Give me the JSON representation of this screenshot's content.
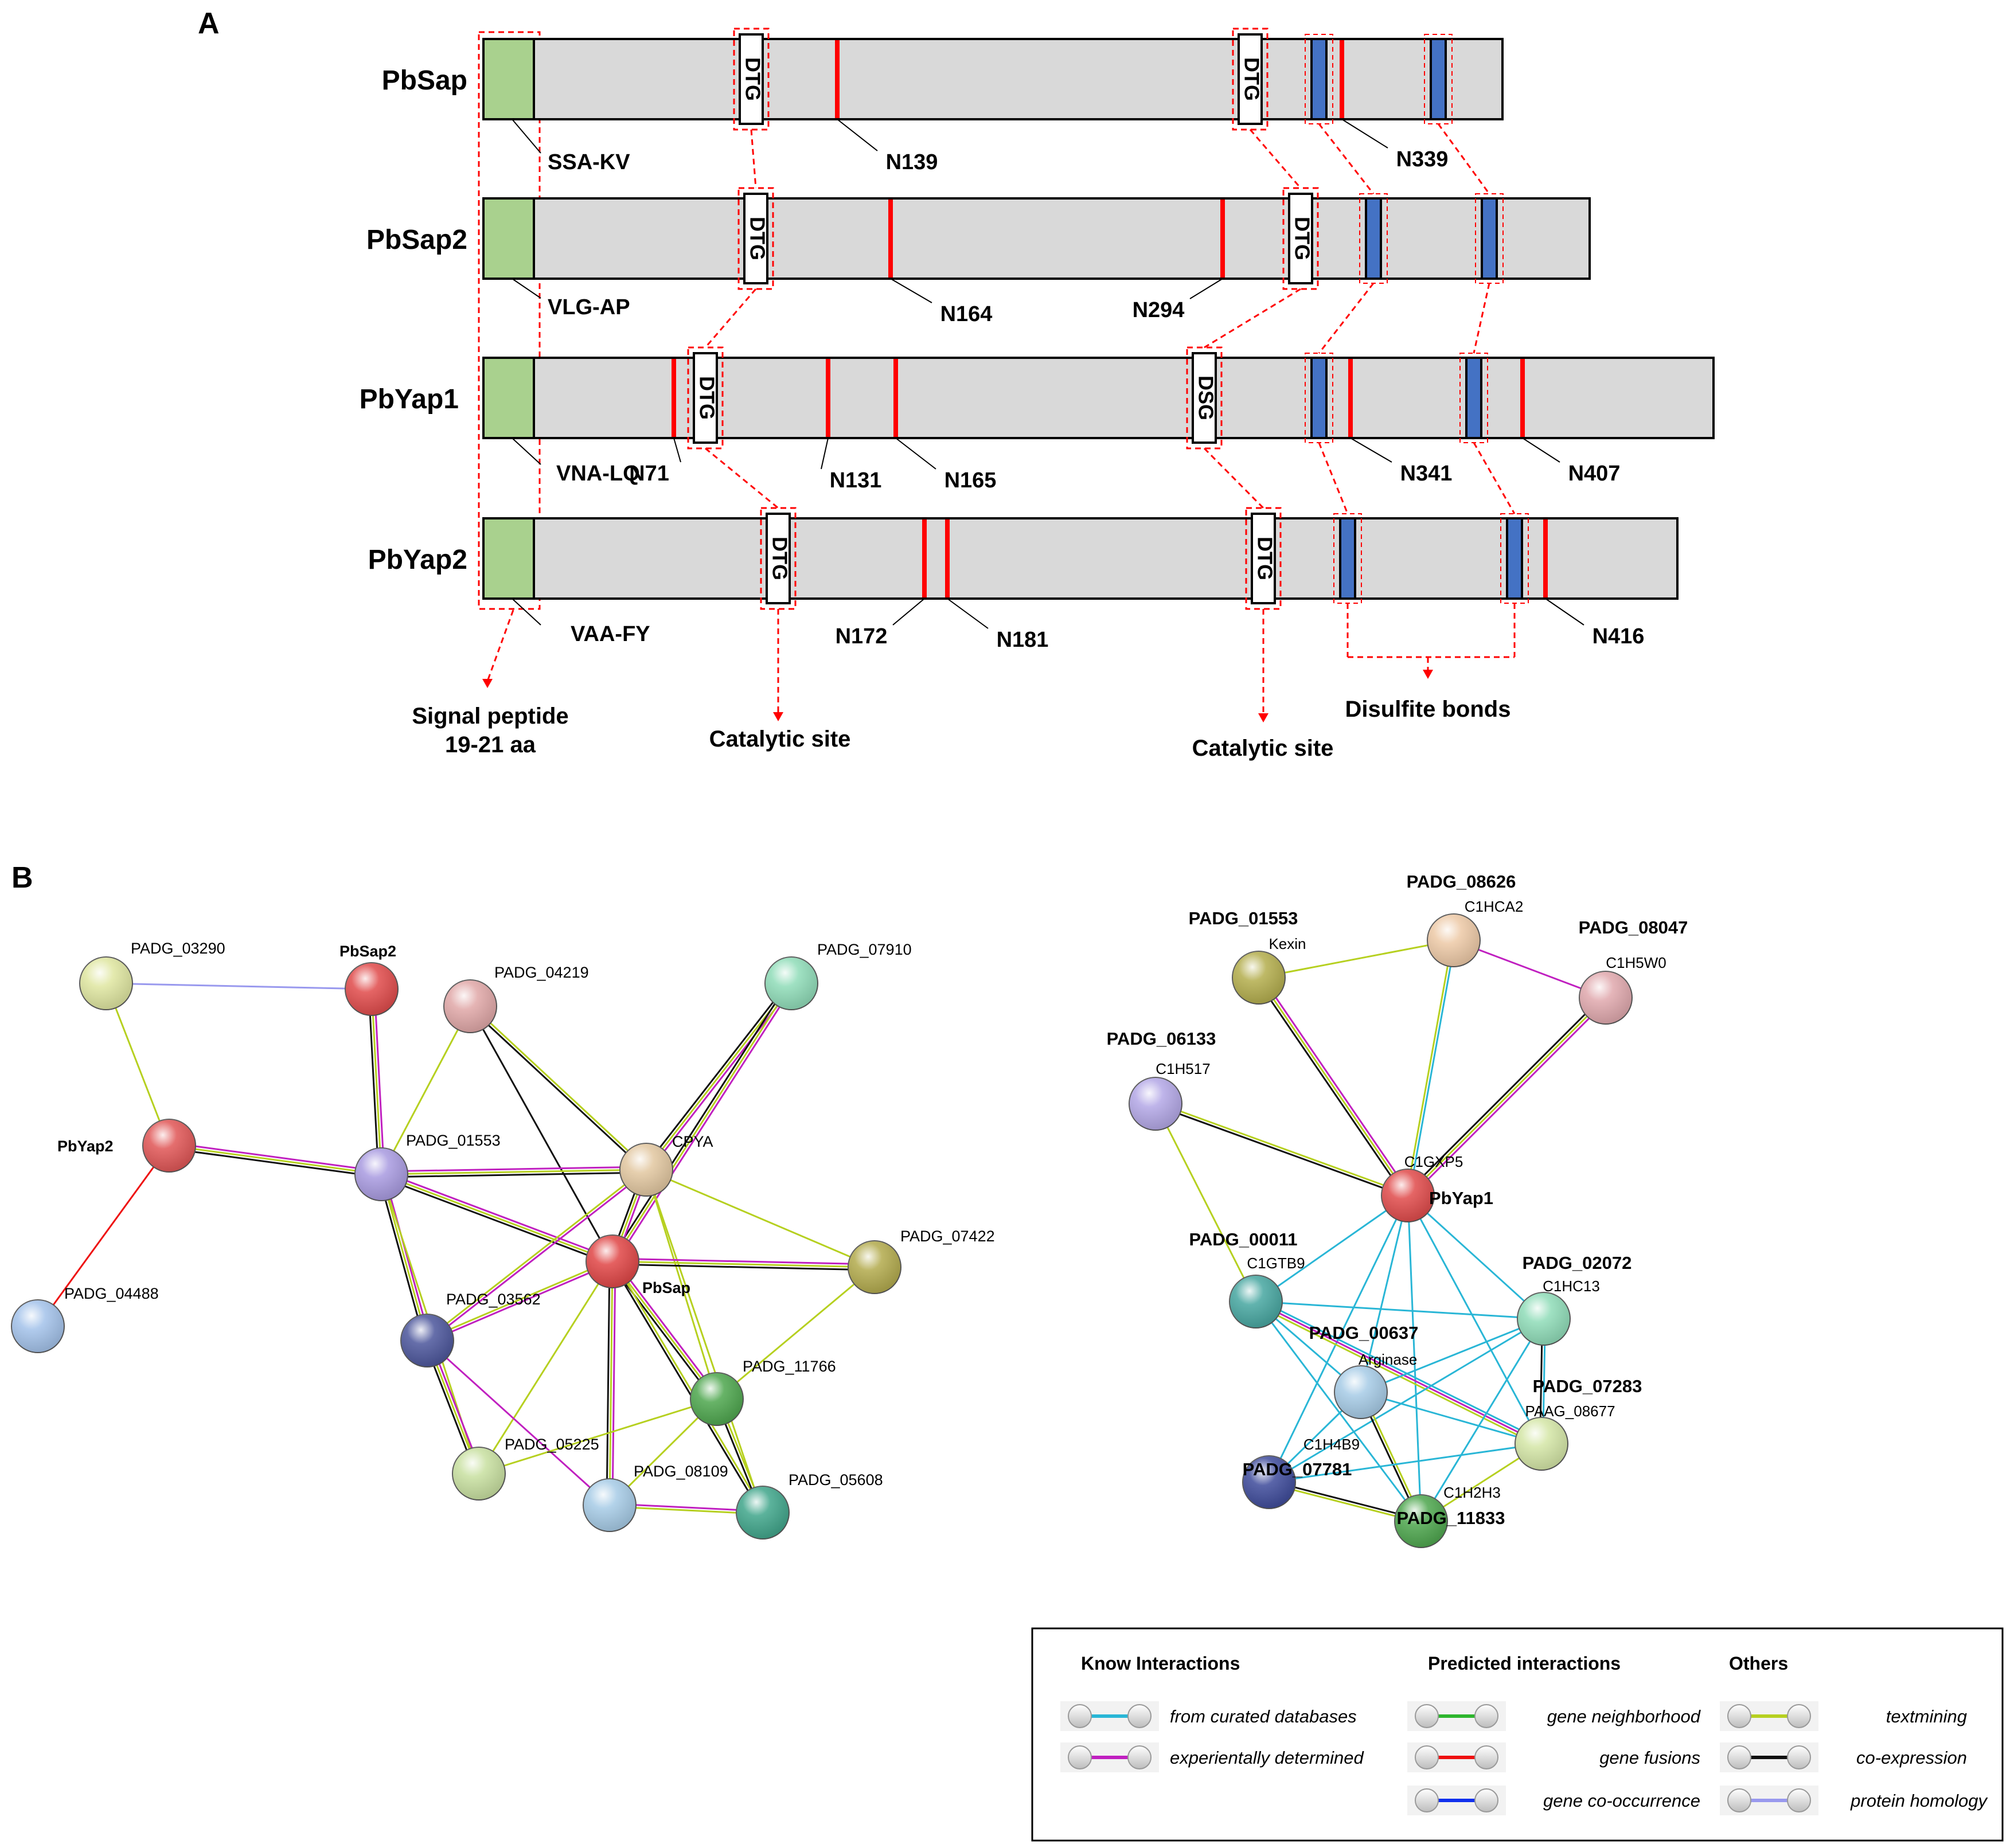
{
  "panel_a": {
    "label": "A",
    "proteins": [
      {
        "name": "PbSap",
        "signal": "SSA-KV",
        "motifs": [
          "DTG",
          "DTG"
        ],
        "sites": [
          "N139",
          "N339"
        ]
      },
      {
        "name": "PbSap2",
        "signal": "VLG-AP",
        "motifs": [
          "DTG",
          "DTG"
        ],
        "sites": [
          "N164",
          "N294"
        ]
      },
      {
        "name": "PbYap1",
        "signal": "VNA-LQ",
        "motifs": [
          "DTG",
          "DSG"
        ],
        "sites": [
          "N71",
          "N131",
          "N165",
          "N341",
          "N407"
        ]
      },
      {
        "name": "PbYap2",
        "signal": "VAA-FY",
        "motifs": [
          "DTG",
          "DTG"
        ],
        "sites": [
          "N172",
          "N181",
          "N416"
        ]
      }
    ],
    "annotations": {
      "signal_line1": "Signal peptide",
      "signal_line2": "19-21 aa",
      "catalytic1": "Catalytic site",
      "catalytic2": "Catalytic site",
      "disulfide": "Disulfite bonds"
    },
    "colors": {
      "bar": "#d9d9d9",
      "signal": "#a9d18e",
      "glyco": "#ff0000",
      "cys": "#4472c4",
      "dashed": "#ff0000"
    }
  },
  "panel_b": {
    "label": "B",
    "left_network": {
      "nodes": [
        {
          "id": "PADG_03290",
          "label": "PADG_03290",
          "color": "#dfe6a0"
        },
        {
          "id": "PbSap2",
          "label": "PbSap2",
          "color": "#e04a4a"
        },
        {
          "id": "PADG_04219",
          "label": "PADG_04219",
          "color": "#e0a7a7"
        },
        {
          "id": "PADG_07910",
          "label": "PADG_07910",
          "color": "#8fdcb8"
        },
        {
          "id": "PbYap2",
          "label": "PbYap2",
          "color": "#e05555"
        },
        {
          "id": "PADG_01553",
          "label": "PADG_01553",
          "color": "#a89ae0"
        },
        {
          "id": "CPYA",
          "label": "CPYA",
          "color": "#e2c7a0"
        },
        {
          "id": "PADG_07422",
          "label": "PADG_07422",
          "color": "#b2aa4c"
        },
        {
          "id": "PADG_04488",
          "label": "PADG_04488",
          "color": "#a3c2ea"
        },
        {
          "id": "PbSap",
          "label": "PbSap",
          "color": "#e04545"
        },
        {
          "id": "PADG_03562",
          "label": "PADG_03562",
          "color": "#4b559b"
        },
        {
          "id": "PADG_11766",
          "label": "PADG_11766",
          "color": "#4da64d"
        },
        {
          "id": "PADG_05225",
          "label": "PADG_05225",
          "color": "#c8e0a0"
        },
        {
          "id": "PADG_08109",
          "label": "PADG_08109",
          "color": "#a6cbe6"
        },
        {
          "id": "PADG_05608",
          "label": "PADG_05608",
          "color": "#3fa58a"
        }
      ]
    },
    "right_network": {
      "nodes": [
        {
          "id": "PADG_08626",
          "name": "PADG_08626",
          "sub": "C1HCA2",
          "color": "#edc9a6"
        },
        {
          "id": "PADG_01553",
          "name": "PADG_01553",
          "sub": "Kexin",
          "color": "#b3ad4c"
        },
        {
          "id": "PADG_08047",
          "name": "PADG_08047",
          "sub": "C1H5W0",
          "color": "#e0a8ad"
        },
        {
          "id": "PADG_06133",
          "name": "PADG_06133",
          "sub": "C1H517",
          "color": "#b3a7e6"
        },
        {
          "id": "PbYap1",
          "name": "PbYap1",
          "sub": "C1GXP5",
          "color": "#e04a4a"
        },
        {
          "id": "PADG_00011",
          "name": "PADG_00011",
          "sub": "C1GTB9",
          "color": "#46a6a0"
        },
        {
          "id": "PADG_02072",
          "name": "PADG_02072",
          "sub": "C1HC13",
          "color": "#8fdcb8"
        },
        {
          "id": "PADG_00637",
          "name": "PADG_00637",
          "sub": "Arginase",
          "color": "#a6cbe6"
        },
        {
          "id": "PADG_07283",
          "name": "PADG_07283",
          "sub": "PAAG_08677",
          "color": "#d4e6a6"
        },
        {
          "id": "PADG_07781",
          "name": "PADG_07781",
          "sub": "C1H4B9",
          "color": "#3d4a9a"
        },
        {
          "id": "PADG_11833",
          "name": "PADG_11833",
          "sub": "C1H2H3",
          "color": "#4da64d"
        }
      ]
    },
    "legend": {
      "heading_known": "Know Interactions",
      "heading_predicted": "Predicted interactions",
      "heading_others": "Others",
      "items": [
        {
          "label": "from curated databases",
          "color": "#29b6d6"
        },
        {
          "label": "experientally determined",
          "color": "#c020c0"
        },
        {
          "label": "gene neighborhood",
          "color": "#2db52d"
        },
        {
          "label": "gene fusions",
          "color": "#ee1111"
        },
        {
          "label": "gene co-occurrence",
          "color": "#1030ee"
        },
        {
          "label": "textmining",
          "color": "#b6d020"
        },
        {
          "label": "co-expression",
          "color": "#111111"
        },
        {
          "label": "protein homology",
          "color": "#9999ee"
        }
      ]
    }
  }
}
